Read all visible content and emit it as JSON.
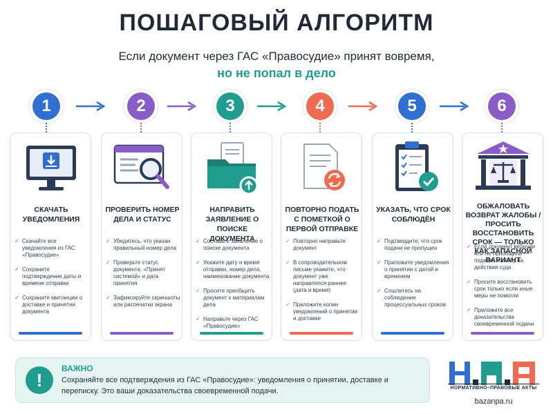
{
  "header": {
    "title": "ПОШАГОВЫЙ АЛГОРИТМ",
    "subtitle_line1": "Если документ через ГАС «Правосудие» принят вовремя,",
    "subtitle_line2": "но не попал в дело"
  },
  "colors": {
    "step1": "#2f6fd1",
    "step2": "#8a5cc7",
    "step3": "#1f9e8f",
    "step4": "#ee6a50",
    "step5": "#2f6fd1",
    "step6": "#8a5cc7",
    "accent": "#1f9e8f"
  },
  "steps": [
    {
      "num": "1",
      "title": "СКАЧАТЬ УВЕДОМЛЕНИЯ",
      "icon": "monitor-download-icon",
      "items": [
        "Скачайте все уведомления из ГАС «Правосудие»",
        "Сохраните подтверждение даты и времени отправки",
        "Сохраните квитанции о доставке и принятии документа"
      ]
    },
    {
      "num": "2",
      "title": "ПРОВЕРИТЬ НОМЕР ДЕЛА И СТАТУС",
      "icon": "browser-magnifier-icon",
      "items": [
        "Убедитесь, что указан правильный номер дела",
        "Проверьте статус документа: «Принят системой» и дата принятия",
        "Зафиксируйте скриншоты или распечатки экрана"
      ]
    },
    {
      "num": "3",
      "title": "НАПРАВИТЬ ЗАЯВЛЕНИЕ О ПОИСКЕ ДОКУМЕНТА",
      "icon": "folder-upload-icon",
      "items": [
        "Составьте заявление о поиске документа",
        "Укажите дату и время отправки, номер дела, наименование документа",
        "Просите приобщить документ к материалам дела",
        "Направьте через ГАС «Правосудие»"
      ]
    },
    {
      "num": "4",
      "title": "ПОВТОРНО ПОДАТЬ С ПОМЕТКОЙ О ПЕРВОЙ ОТПРАВКЕ",
      "icon": "document-refresh-icon",
      "items": [
        "Повторно направьте документ",
        "В сопроводительном письме укажите, что документ уже направлялся раннее (дата и время)",
        "Приложите копии уведомлений о принятии и доставке"
      ]
    },
    {
      "num": "5",
      "title": "УКАЗАТЬ, ЧТО СРОК СОБЛЮДЁН",
      "icon": "clipboard-check-icon",
      "items": [
        "Подтвердите, что срок подачи не пропущен",
        "Приложите уведомления о принятии с датой и временем",
        "Сошлитесь на соблюдение процессуальных сроков"
      ]
    },
    {
      "num": "6",
      "title": "ОБЖАЛОВАТЬ ВОЗВРАТ ЖАЛОБЫ / ПРОСИТЬ ВОССТАНОВИТЬ СРОК — ТОЛЬКО КАК ЗАПАСНОЙ ВАРИАНТ",
      "icon": "courthouse-scales-icon",
      "items": [
        "Если документ вернули или не приобщили — подайте жалобу на действия суда",
        "Просите восстановить срок только если иные меры не помогли",
        "Приложите все доказательства своевременной подачи"
      ]
    }
  ],
  "important": {
    "icon": "exclamation-icon",
    "heading": "ВАЖНО",
    "text": "Сохраняйте все подтверждения из ГАС «Правосудие»: уведомления о принятии, доставке и переписку. Это ваши доказательства своевременной подачи."
  },
  "brand": {
    "logo_text": "Н.П.А",
    "logo_sub": "НОРМАТИВНО–ПРАВОВЫЕ АКТЫ",
    "site": "bazanpa.ru"
  }
}
